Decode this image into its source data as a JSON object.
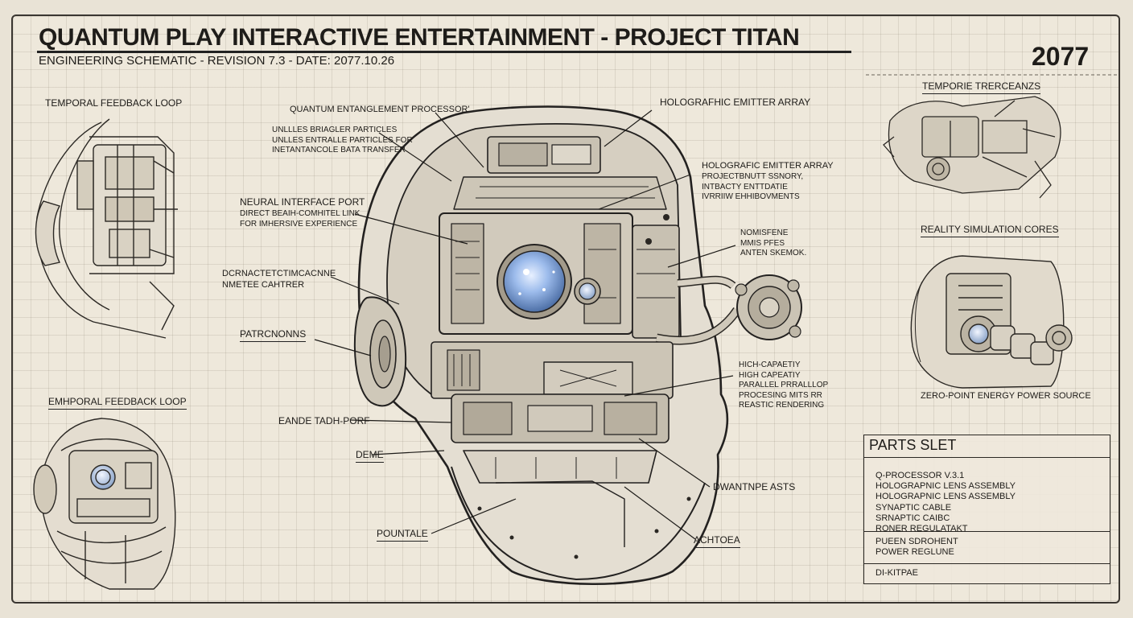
{
  "header": {
    "title": "QUANTUM PLAY INTERACTIVE ENTERTAINMENT - PROJECT TITAN",
    "subtitle": "ENGINEERING SCHEMATIC - REVISION 7.3 - DATE: 2077.10.26",
    "year": "2077"
  },
  "labels": {
    "temporal_feedback_loop_top": "TEMPORAL FEEDBACK LOOP",
    "temporal_feedback_loop_bottom": "EMHPORAL FEEDBACK LOOP",
    "quantum_entanglement_processor": "QUANTUM ENTANGLEMENT PROCESSOR'",
    "quantum_desc": [
      "UNLLLES BRIAGLER PARTICLES",
      "UNLLES ENTRALLE PARTICLES FOR",
      "INETANTANCOLE BATA TRANSFER"
    ],
    "holographic_emitter_array_top": "HOLOGRAFHIC EMITTER ARRAY",
    "holographic_emitter_array_mid": "HOLOGRAFIC EMITTER ARRAY",
    "holographic_desc": [
      "PROJECTBNUTT SSNORY,",
      "INTBACTY ENTTDATIE",
      "IVRRIIW EHHIBOVMENTS"
    ],
    "neural_interface_port": "NEURAL INTERFACE PORT",
    "neural_desc": [
      "DIRECT BEAIH-COMHITEL LINK",
      "FOR IMHERSIVE EXPERIENCE"
    ],
    "dermal_label": [
      "DCRNACTETCTIMCACNNE",
      "NMETEE CAHTRER"
    ],
    "patronomic": "PATRCNONNS",
    "eande": "EANDE TADH-PORF",
    "deme": "DEME",
    "pountale": "POUNTALE",
    "nomisfene": [
      "NOMISFENE",
      "MMIS PFES",
      "ANTEN SKEMOK."
    ],
    "high_capacity": [
      "HICH-CAPAETIY",
      "HIGH CAPEATIY",
      "PARALLEL PRRALLLOP",
      "PROCESING MITS RR",
      "REASTIC RENDERING"
    ],
    "quantipe_asts": "DWANTNPE ASTS",
    "achtoea": "ACHTOEA",
    "temporie": "TEMPORIE TRERCEANZS",
    "reality_cores": "REALITY SIMULATION CORES",
    "zero_point": "ZERO-POINT ENERGY POWER SOURCE"
  },
  "parts_list": {
    "title": "PARTS SLET",
    "section1": [
      "Q-PROCESSOR V.3.1",
      "HOLOGRAPNIC LENS ASSEMBLY",
      "HOLOGRAPNIC LENS ASSEMBLY",
      "SYNAPTIC CABLE",
      "SRNAPTIC CAIBC",
      "RONER REGULATAKT"
    ],
    "section2": [
      "PUEEN SDROHENT",
      "POWER REGLUNE"
    ],
    "section3": [
      "DI-KITPAE"
    ]
  },
  "colors": {
    "paper": "#eee8db",
    "ink": "#1e1c19",
    "lens": "#8fb2e6"
  }
}
